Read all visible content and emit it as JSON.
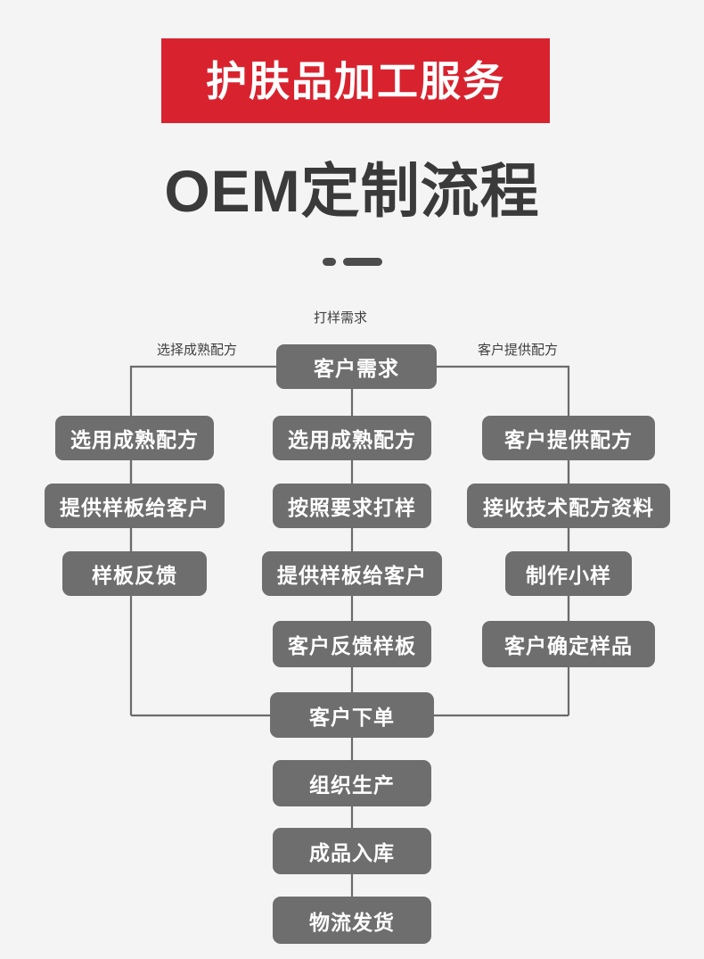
{
  "header": {
    "banner_text": "护肤品加工服务",
    "banner_color": "#d8232f",
    "title": "OEM定制流程",
    "title_color": "#3a3a3a",
    "divider_color": "#4c4c4c"
  },
  "background_color": "#f4f4f4",
  "chart_data": {
    "type": "diagram",
    "title": "OEM定制流程",
    "node_color": "#6e6e6e",
    "node_text_color": "#ffffff",
    "connector_color": "#6b6b6b",
    "branch_labels": {
      "top": "打样需求",
      "left": "选择成熟配方",
      "right": "客户提供配方"
    },
    "root": "客户需求",
    "branches": [
      {
        "name": "left",
        "label": "选择成熟配方",
        "steps": [
          "选用成熟配方",
          "提供样板给客户",
          "样板反馈"
        ]
      },
      {
        "name": "center",
        "label": "打样需求",
        "steps": [
          "选用成熟配方",
          "按照要求打样",
          "提供样板给客户",
          "客户反馈样板"
        ]
      },
      {
        "name": "right",
        "label": "客户提供配方",
        "steps": [
          "客户提供配方",
          "接收技术配方资料",
          "制作小样",
          "客户确定样品"
        ]
      }
    ],
    "merge_node": "客户下单",
    "tail_steps": [
      "组织生产",
      "成品入库",
      "物流发货"
    ]
  },
  "nodes": {
    "root": "客户需求",
    "left": {
      "s0": "选用成熟配方",
      "s1": "提供样板给客户",
      "s2": "样板反馈"
    },
    "center": {
      "s0": "选用成熟配方",
      "s1": "按照要求打样",
      "s2": "提供样板给客户",
      "s3": "客户反馈样板"
    },
    "right": {
      "s0": "客户提供配方",
      "s1": "接收技术配方资料",
      "s2": "制作小样",
      "s3": "客户确定样品"
    },
    "merge": "客户下单",
    "tail": {
      "t0": "组织生产",
      "t1": "成品入库",
      "t2": "物流发货"
    }
  },
  "labels": {
    "top": "打样需求",
    "left": "选择成熟配方",
    "right": "客户提供配方"
  }
}
